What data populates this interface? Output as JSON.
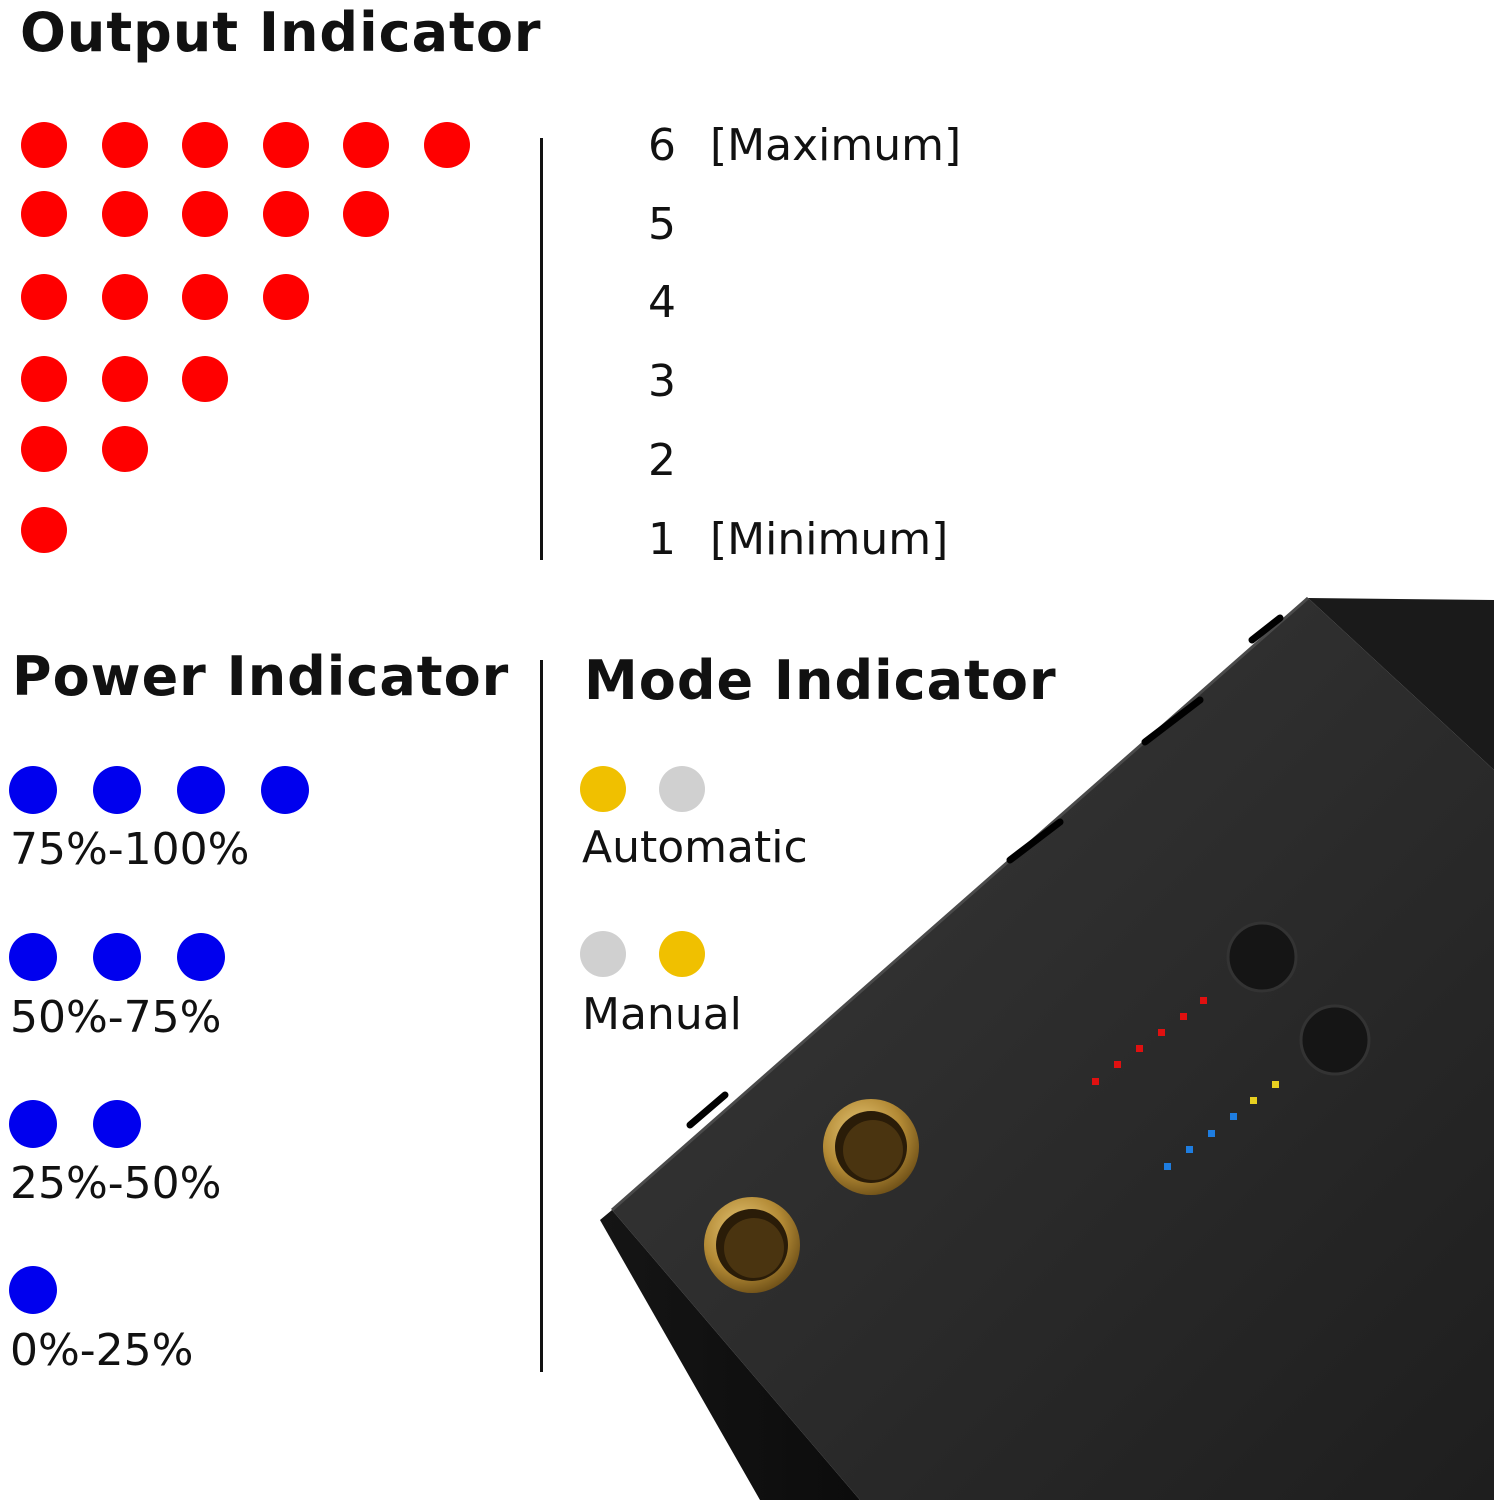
{
  "output_indicator": {
    "title": "Output Indicator",
    "color": "#ff0000",
    "levels": [
      {
        "level": "6",
        "note": "[Maximum]",
        "dots": 6
      },
      {
        "level": "5",
        "note": "",
        "dots": 5
      },
      {
        "level": "4",
        "note": "",
        "dots": 4
      },
      {
        "level": "3",
        "note": "",
        "dots": 3
      },
      {
        "level": "2",
        "note": "",
        "dots": 2
      },
      {
        "level": "1",
        "note": "[Minimum]",
        "dots": 1
      }
    ]
  },
  "power_indicator": {
    "title": "Power Indicator",
    "color": "#0000ee",
    "levels": [
      {
        "label": "75%-100%",
        "dots": 4
      },
      {
        "label": "50%-75%",
        "dots": 3
      },
      {
        "label": "25%-50%",
        "dots": 2
      },
      {
        "label": "0%-25%",
        "dots": 1
      }
    ]
  },
  "mode_indicator": {
    "title": "Mode Indicator",
    "on_color": "#f0c000",
    "off_color": "#d0d0d0",
    "modes": [
      {
        "label": "Automatic",
        "lights": [
          "on",
          "off"
        ]
      },
      {
        "label": "Manual",
        "lights": [
          "off",
          "on"
        ]
      }
    ]
  },
  "device": {
    "body_color": "#262626",
    "port_color": "#b8913a"
  }
}
